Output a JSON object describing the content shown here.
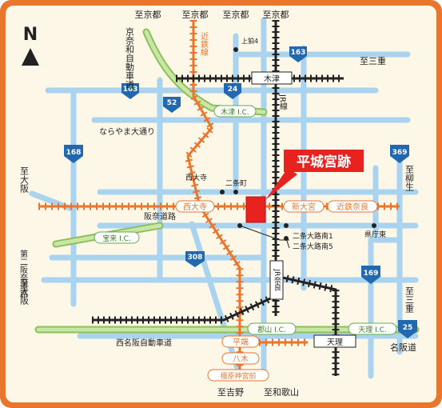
{
  "compass": {
    "letter": "N"
  },
  "colors": {
    "frame": "#e8762d",
    "background": "#fdf7e8",
    "road": "#a9d3ef",
    "expressway": "#c8e6a6",
    "private_rail": "#e8762d",
    "jr_rail": "#222222",
    "heijo_site": "#e8231f",
    "route_shield": "#2168b0"
  },
  "destinations": {
    "kyoto_1": "至京都",
    "kyoto_2": "至京都",
    "kyoto_3": "至京都",
    "kyoto_4": "至京都",
    "kyoto_nara_expressway": "京奈和自動車道",
    "kamikuni4": "上狛4",
    "mie_top": "至三重",
    "osaka_left": "至大阪",
    "daini_hanna": "第二阪奈道路",
    "osaka_left_2": "至大阪",
    "yagyu": "至柳生",
    "mie_right": "至三重",
    "meihan_road": "名阪道",
    "yoshino": "至吉野",
    "wakayama": "至和歌山"
  },
  "rail_lines": {
    "kintetsu_kyoto": "近鉄線",
    "jr": "JR線"
  },
  "stations": {
    "kizu": "木津",
    "saidaiji": "西大寺",
    "shin_omiya": "新大宮",
    "kintetsu_nara": "近鉄奈良",
    "jr_nara": "JR奈良",
    "hirahata": "平端",
    "yagi": "八木",
    "tenri": "天理",
    "kashiharajingu_mae": "橿原神宮前"
  },
  "landmarks": {
    "heijo_palace": "平城宮跡",
    "saidaiji_temple": "西大寺",
    "nijo_cho": "二条町",
    "nijo_oji_minami1": "二条大路南1",
    "nijo_oji_minami5": "二条大路南5",
    "prefectural_office_east": "県庁東"
  },
  "roads": {
    "narayama_odori": "ならやま大通り",
    "hanna_road": "阪奈道路",
    "nishi_meihan": "西名阪自動車道"
  },
  "interchanges": {
    "kizu_ic": "木津 I.C.",
    "hoki_ic": "宝来 I.C.",
    "koriyama_ic": "郡山 I.C.",
    "tenri_ic": "天理 I.C."
  },
  "route_shields": {
    "r163_top": "163",
    "r163_left": "163",
    "r24": "24",
    "r52": "52",
    "r168": "168",
    "r369": "369",
    "r308": "308",
    "r169": "169",
    "r25": "25"
  }
}
